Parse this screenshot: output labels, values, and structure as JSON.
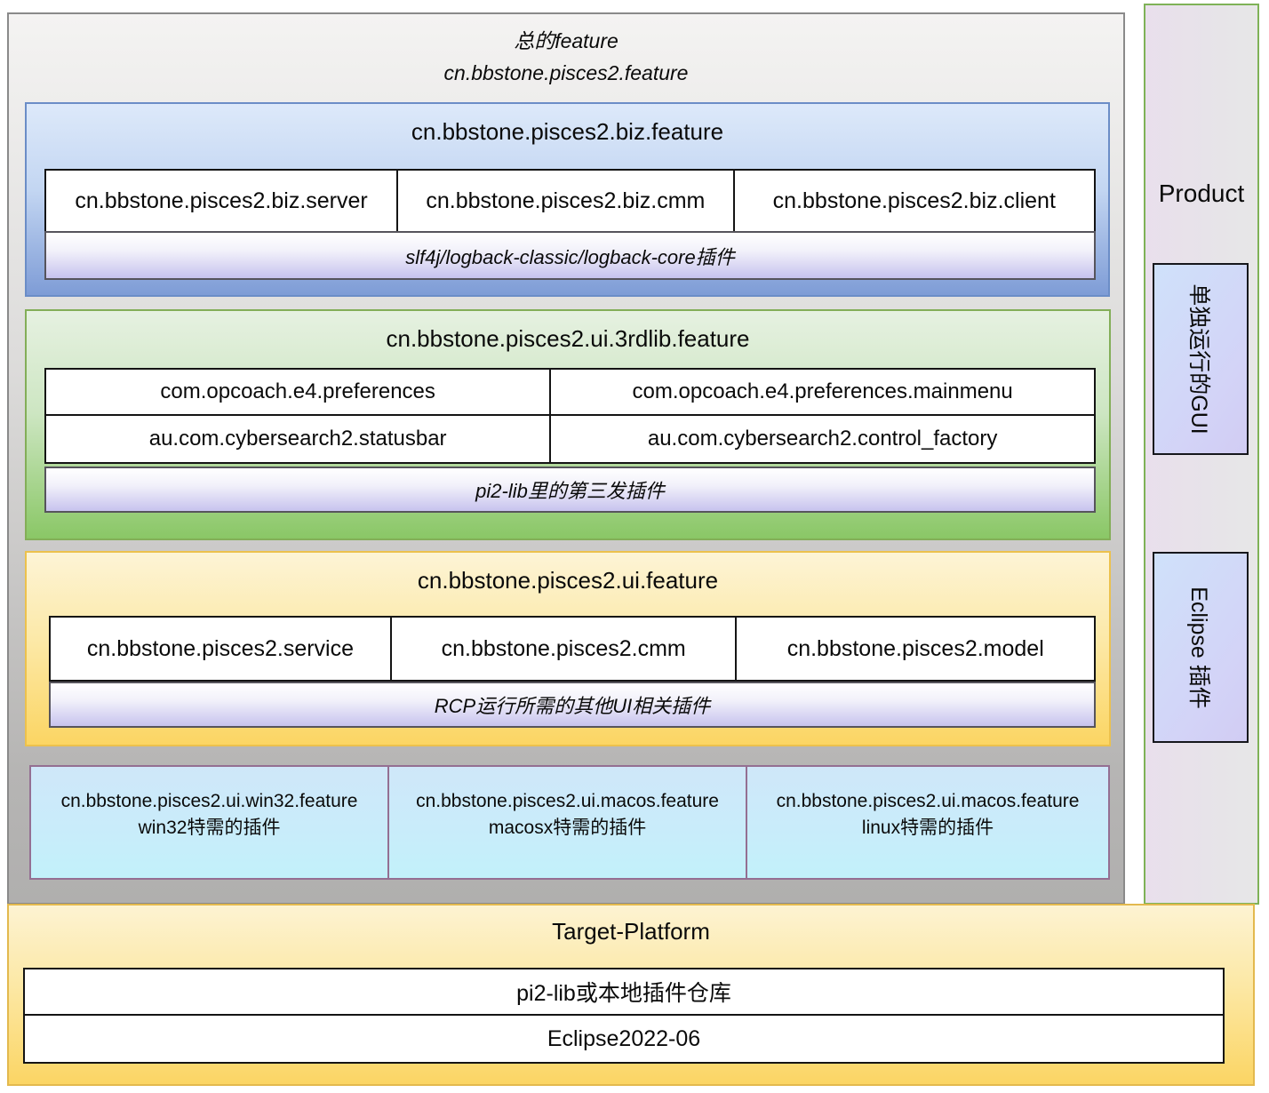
{
  "root": {
    "title_line1": "总的feature",
    "title_line2": "cn.bbstone.pisces2.feature"
  },
  "biz_feature": {
    "title": "cn.bbstone.pisces2.biz.feature",
    "plugins": [
      "cn.bbstone.pisces2.biz.server",
      "cn.bbstone.pisces2.biz.cmm",
      "cn.bbstone.pisces2.biz.client"
    ],
    "note": "slf4j/logback-classic/logback-core插件"
  },
  "thirdlib_feature": {
    "title": "cn.bbstone.pisces2.ui.3rdlib.feature",
    "plugins": [
      "com.opcoach.e4.preferences",
      "com.opcoach.e4.preferences.mainmenu",
      "au.com.cybersearch2.statusbar",
      "au.com.cybersearch2.control_factory"
    ],
    "note": "pi2-lib里的第三发插件"
  },
  "ui_feature": {
    "title": "cn.bbstone.pisces2.ui.feature",
    "plugins": [
      "cn.bbstone.pisces2.service",
      "cn.bbstone.pisces2.cmm",
      "cn.bbstone.pisces2.model"
    ],
    "note": "RCP运行所需的其他UI相关插件"
  },
  "os_features": [
    {
      "id": "cn.bbstone.pisces2.ui.win32.feature",
      "label": "win32特需的插件"
    },
    {
      "id": "cn.bbstone.pisces2.ui.macos.feature",
      "label": "macosx特需的插件"
    },
    {
      "id": "cn.bbstone.pisces2.ui.macos.feature",
      "label": "linux特需的插件"
    }
  ],
  "sidebar": {
    "title": "Product",
    "gui_box": "单独运行的GUI",
    "eclipse_box": "Eclipse 插件"
  },
  "target_platform": {
    "title": "Target-Platform",
    "rows": [
      "pi2-lib或本地插件仓库",
      "Eclipse2022-06"
    ]
  },
  "colors": {
    "biz_accent": "#7e9cd6",
    "thirdlib_accent": "#8ac766",
    "ui_accent": "#fbd563",
    "os_box_accent": "#c5ecf9",
    "note_bar_accent": "#c7c3ee",
    "sidebar_border": "#7fb257",
    "panel_gray": "#b0afae"
  }
}
